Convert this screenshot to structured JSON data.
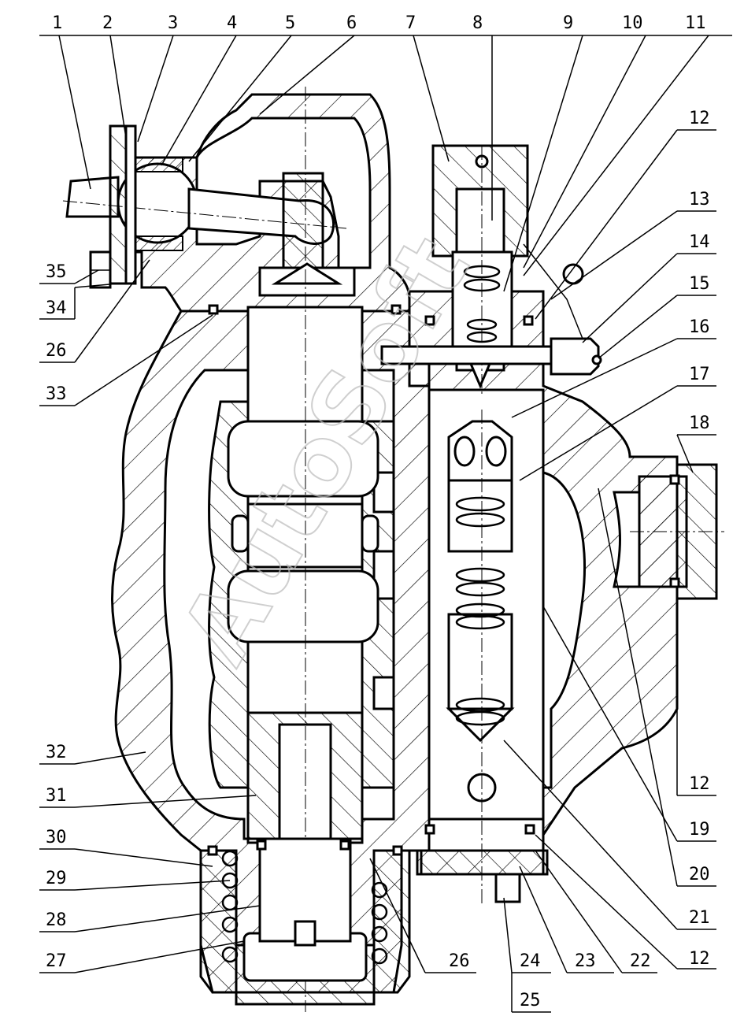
{
  "watermark": "AutoSoft",
  "callouts_top": [
    "1",
    "2",
    "3",
    "4",
    "5",
    "6",
    "7",
    "8",
    "9",
    "10",
    "11"
  ],
  "callouts_right": [
    "12",
    "13",
    "14",
    "15",
    "16",
    "17",
    "18",
    "12",
    "19",
    "20",
    "21",
    "12"
  ],
  "callouts_left": [
    "35",
    "34",
    "26",
    "33",
    "32",
    "31",
    "30",
    "29",
    "28",
    "27"
  ],
  "callouts_bottom": [
    "26",
    "24",
    "25",
    "23",
    "22"
  ]
}
